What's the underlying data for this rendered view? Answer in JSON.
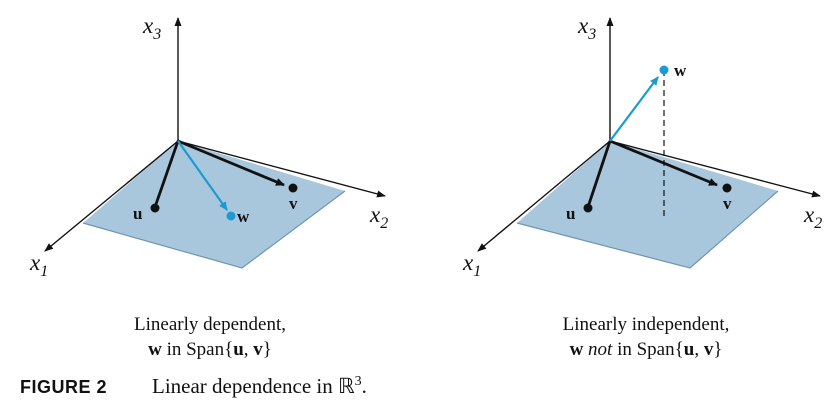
{
  "figure": {
    "label": "FIGURE 2",
    "text": "Linear dependence in",
    "space_symbol": "ℝ",
    "space_exponent": "3",
    "end": "."
  },
  "panels": [
    {
      "axes": {
        "x1": "x",
        "x1_sub": "1",
        "x2": "x",
        "x2_sub": "2",
        "x3": "x",
        "x3_sub": "3"
      },
      "vectors": {
        "u": "u",
        "v": "v",
        "w": "w"
      },
      "caption": {
        "line1": "Linearly dependent,",
        "line2_w": "w",
        "line2_mid": " in Span{",
        "line2_u": "u",
        "line2_comma": ", ",
        "line2_v": "v",
        "line2_end": "}"
      }
    },
    {
      "axes": {
        "x1": "x",
        "x1_sub": "1",
        "x2": "x",
        "x2_sub": "2",
        "x3": "x",
        "x3_sub": "3"
      },
      "vectors": {
        "u": "u",
        "v": "v",
        "w": "w"
      },
      "caption": {
        "line1": "Linearly independent,",
        "line2_w": "w",
        "line2_not": "not",
        "line2_mid": " in Span{",
        "line2_u": "u",
        "line2_comma": ", ",
        "line2_v": "v",
        "line2_end": "}"
      }
    }
  ],
  "colors": {
    "plane": "#a9c7dc",
    "accent_vector": "#1b9bd1",
    "ink": "#111111"
  }
}
